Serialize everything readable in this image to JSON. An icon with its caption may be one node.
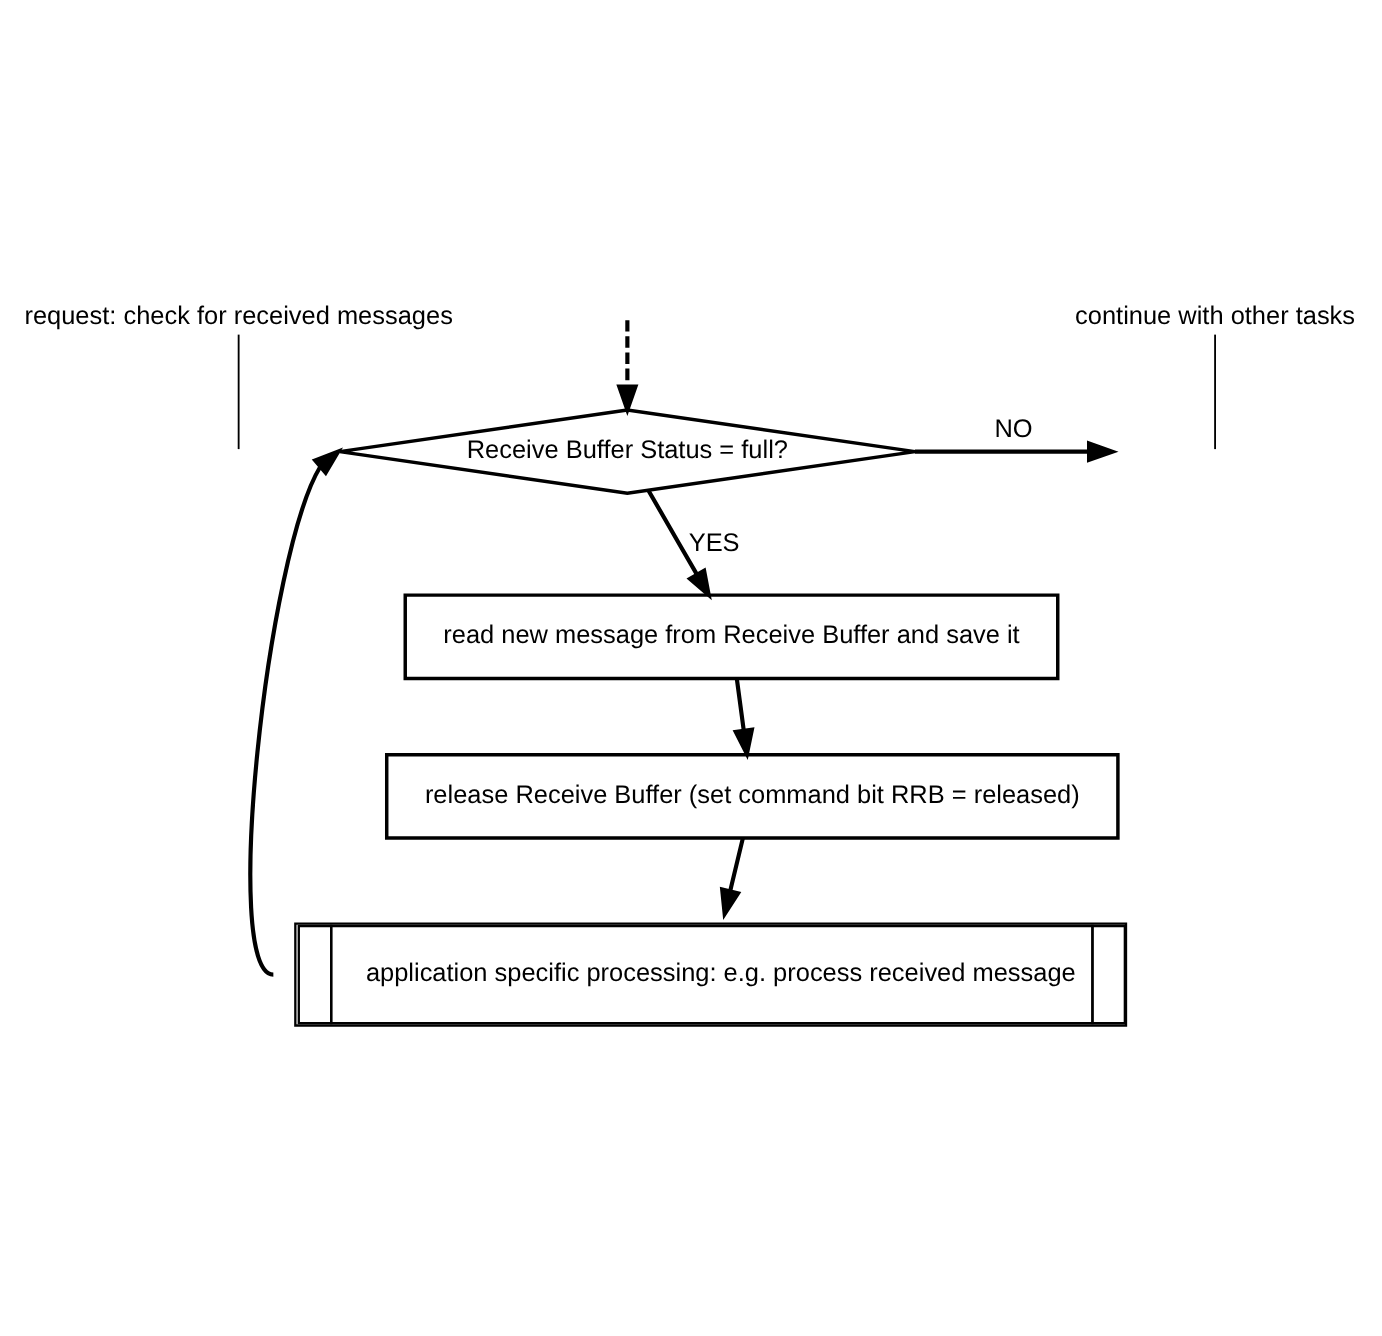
{
  "diagram": {
    "nodes": [
      {
        "text": [
          "request: check for received messages"
        ]
      },
      {
        "text": [
          "Receive Buffer Status = full?"
        ]
      },
      {
        "text": [
          "read new message from Receive Buffer and save it"
        ]
      },
      {
        "text": [
          "release Receive Buffer (set command bit RRB = released)"
        ]
      },
      {
        "text": [
          "application specific processing: e.g. process received message"
        ]
      },
      {
        "text": [
          "continue with other tasks"
        ]
      }
    ],
    "edges": [
      {
        "from": 1,
        "to": null,
        "arrow": "to",
        "label": "NO"
      },
      {
        "from": 0,
        "to": null,
        "arrow": "none"
      },
      {
        "from": null,
        "to": 1,
        "arrow": "to",
        "style": "dashed"
      },
      {
        "from": 5,
        "to": null,
        "arrow": "none"
      },
      {
        "from": 1,
        "to": 2,
        "arrow": "to",
        "label": "YES"
      },
      {
        "from": 2,
        "to": 3,
        "arrow": "to"
      },
      {
        "from": 3,
        "to": 4,
        "arrow": "to"
      },
      {
        "from": 4,
        "to": 1,
        "arrow": "to"
      }
    ]
  }
}
